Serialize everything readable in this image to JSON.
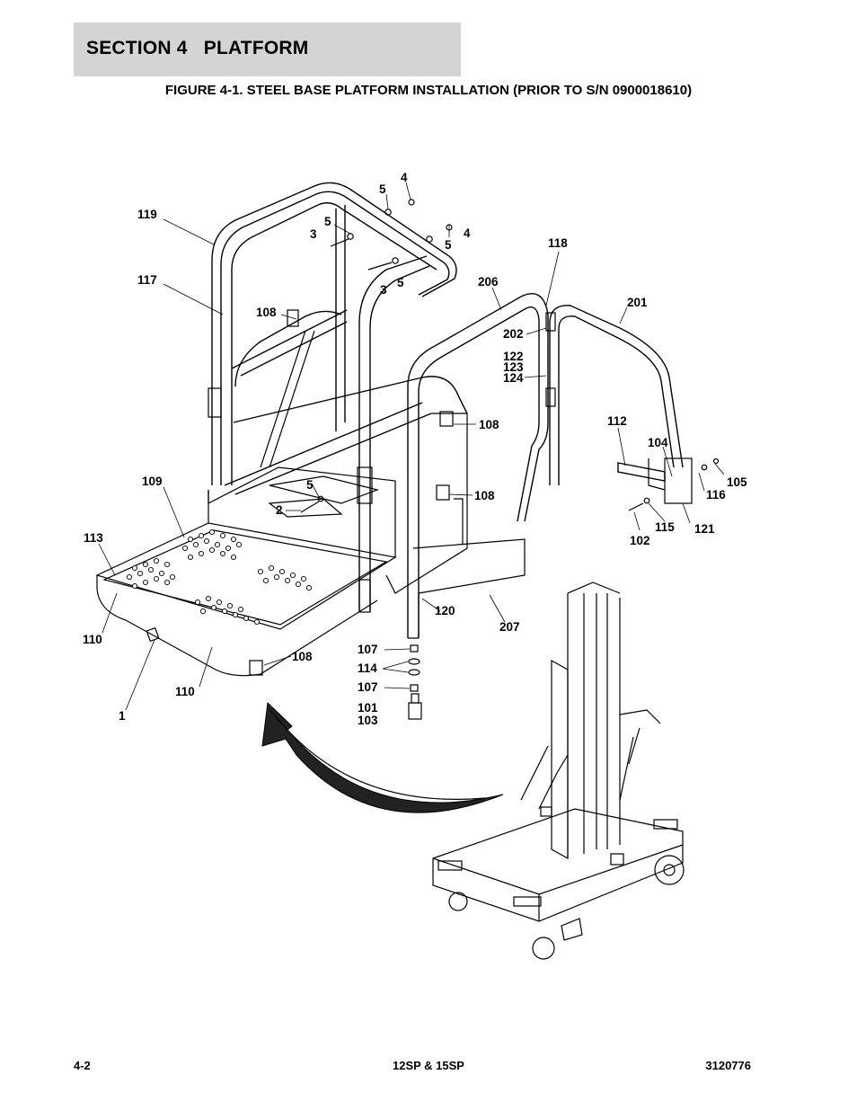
{
  "header": {
    "section": "SECTION 4   PLATFORM",
    "figure_title": "FIGURE 4-1. STEEL BASE PLATFORM INSTALLATION (PRIOR TO S/N 0900018610)"
  },
  "callouts": {
    "c4a": "4",
    "c5a": "5",
    "c119": "119",
    "c5b": "5",
    "c3a": "3",
    "c4b": "4",
    "c5c": "5",
    "c118": "118",
    "c117": "117",
    "c3b": "3",
    "c5d": "5",
    "c206": "206",
    "c201": "201",
    "c108a": "108",
    "c202": "202",
    "c122": "122",
    "c123": "123",
    "c124": "124",
    "c108b": "108",
    "c112": "112",
    "c104": "104",
    "c109": "109",
    "c105": "105",
    "c5e": "5",
    "c116": "116",
    "c108c": "108",
    "c2": "2",
    "c115": "115",
    "c121": "121",
    "c102": "102",
    "c113": "113",
    "c120": "120",
    "c207": "207",
    "c110a": "110",
    "c107a": "107",
    "c108d": "108",
    "c114": "114",
    "c107b": "107",
    "c110b": "110",
    "c101": "101",
    "c1": "1",
    "c103": "103"
  },
  "footer": {
    "page": "4-2",
    "model": "12SP & 15SP",
    "doc_number": "3120776"
  }
}
